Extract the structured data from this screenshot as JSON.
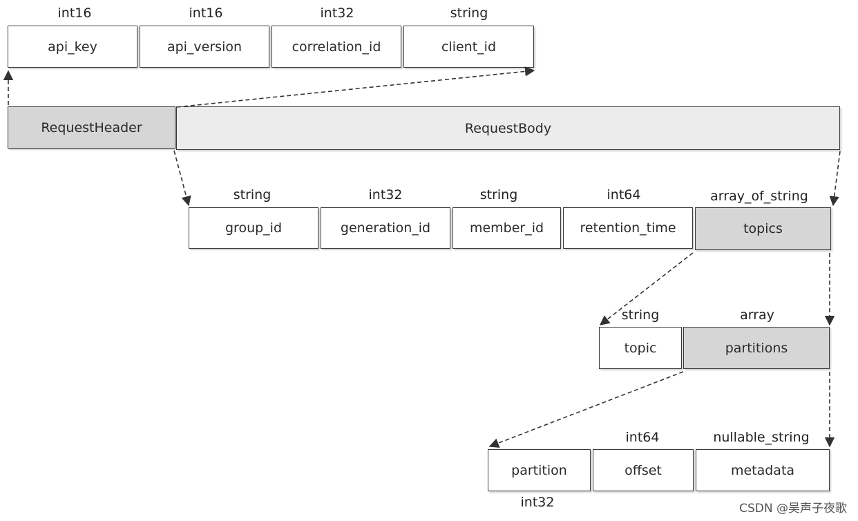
{
  "header_fields": [
    {
      "name": "api_key",
      "type": "int16"
    },
    {
      "name": "api_version",
      "type": "int16"
    },
    {
      "name": "correlation_id",
      "type": "int32"
    },
    {
      "name": "client_id",
      "type": "string"
    }
  ],
  "request": {
    "header": "RequestHeader",
    "body": "RequestBody"
  },
  "body_fields": [
    {
      "name": "group_id",
      "type": "string"
    },
    {
      "name": "generation_id",
      "type": "int32"
    },
    {
      "name": "member_id",
      "type": "string"
    },
    {
      "name": "retention_time",
      "type": "int64"
    },
    {
      "name": "topics",
      "type": "array_of_string"
    }
  ],
  "topic_fields": [
    {
      "name": "topic",
      "type": "string"
    },
    {
      "name": "partitions",
      "type": "array"
    }
  ],
  "partition_fields": [
    {
      "name": "partition",
      "type": "int32"
    },
    {
      "name": "offset",
      "type": "int64"
    },
    {
      "name": "metadata",
      "type": "nullable_string"
    }
  ],
  "watermark": "CSDN @吴声子夜歌"
}
